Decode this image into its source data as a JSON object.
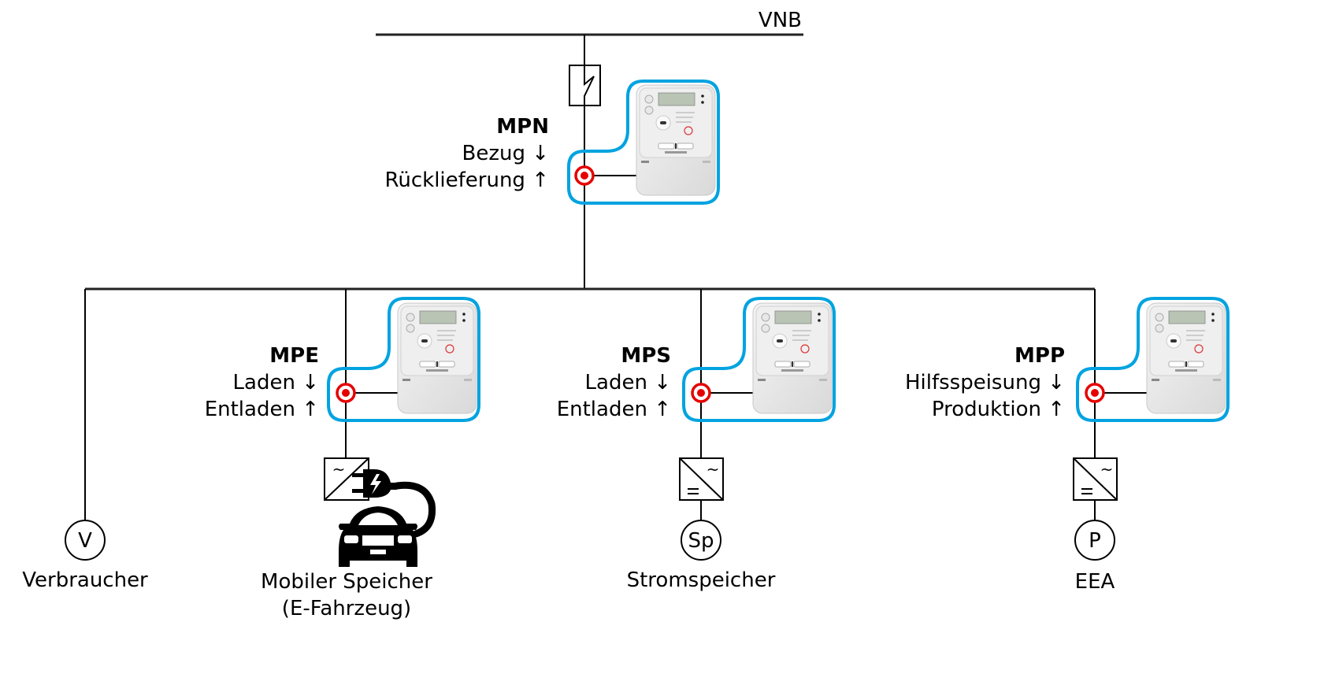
{
  "grid": {
    "label": "VNB"
  },
  "meters": [
    {
      "id": "MPN",
      "title": "MPN",
      "line1": "Bezug ↓",
      "line2": "Rücklieferung ↑"
    },
    {
      "id": "MPE",
      "title": "MPE",
      "line1": "Laden ↓",
      "line2": "Entladen ↑"
    },
    {
      "id": "MPS",
      "title": "MPS",
      "line1": "Laden ↓",
      "line2": "Entladen ↑"
    },
    {
      "id": "MPP",
      "title": "MPP",
      "line1": "Hilfsspeisung ↓",
      "line2": "Produktion ↑"
    }
  ],
  "devices": [
    {
      "symbol": "V",
      "label": "Verbraucher"
    },
    {
      "symbol": "",
      "label": "Mobiler Speicher",
      "label2": "(E-Fahrzeug)"
    },
    {
      "symbol": "Sp",
      "label": "Stromspeicher"
    },
    {
      "symbol": "P",
      "label": "EEA"
    }
  ],
  "converter_symbols": {
    "ac": "~",
    "dc": "="
  },
  "colors": {
    "meter_outline": "#00a3e0",
    "measure_point": "#e60000"
  }
}
